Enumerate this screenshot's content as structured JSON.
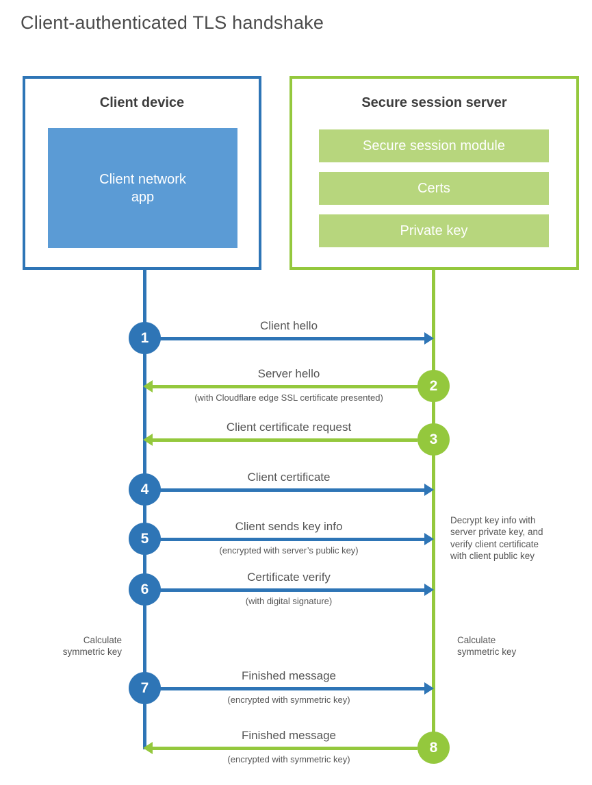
{
  "title": "Client-authenticated TLS handshake",
  "colors": {
    "blue": "#2e75b6",
    "blue_fill": "#5b9bd5",
    "green": "#94c83d",
    "green_fill": "#b7d67d",
    "heading_text": "#3d3d3d",
    "label_text": "#555555"
  },
  "client": {
    "title": "Client device",
    "app_label": "Client network\napp"
  },
  "server": {
    "title": "Secure session server",
    "modules": [
      "Secure session module",
      "Certs",
      "Private key"
    ]
  },
  "steps": [
    {
      "num": "1",
      "direction": "client-to-server",
      "label": "Client hello",
      "sublabel": ""
    },
    {
      "num": "2",
      "direction": "server-to-client",
      "label": "Server hello",
      "sublabel": "(with Cloudflare edge SSL certificate presented)"
    },
    {
      "num": "3",
      "direction": "server-to-client",
      "label": "Client certificate request",
      "sublabel": ""
    },
    {
      "num": "4",
      "direction": "client-to-server",
      "label": "Client certificate",
      "sublabel": ""
    },
    {
      "num": "5",
      "direction": "client-to-server",
      "label": "Client sends key info",
      "sublabel": "(encrypted with server’s public key)"
    },
    {
      "num": "6",
      "direction": "client-to-server",
      "label": "Certificate verify",
      "sublabel": "(with digital signature)"
    },
    {
      "num": "7",
      "direction": "client-to-server",
      "label": "Finished message",
      "sublabel": "(encrypted with symmetric key)"
    },
    {
      "num": "8",
      "direction": "server-to-client",
      "label": "Finished message",
      "sublabel": "(encrypted with symmetric key)"
    }
  ],
  "notes": {
    "decrypt": "Decrypt key info with\nserver private key, and\nverify client certificate\nwith client public key",
    "calculate_left": "Calculate\nsymmetric key",
    "calculate_right": "Calculate\nsymmetric key"
  }
}
